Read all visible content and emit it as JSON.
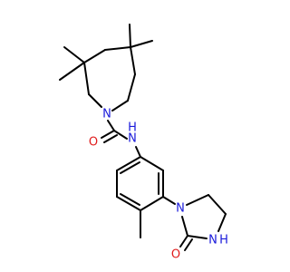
{
  "structure": {
    "atom_labels": {
      "ring_nitrogen": "N",
      "amide_nitrogen": "N",
      "amide_hydrogen": "H",
      "carbonyl_oxygen": "O",
      "imidazolidinone_nitrogen": "N",
      "imidazolidinone_nh_nitrogen": "N",
      "imidazolidinone_nh_hydrogen": "H",
      "imidazolidinone_oxygen": "O"
    },
    "colors": {
      "bond": "#000000",
      "nitrogen": "#1a1adb",
      "oxygen": "#e01b1b",
      "background": "#ffffff"
    }
  }
}
